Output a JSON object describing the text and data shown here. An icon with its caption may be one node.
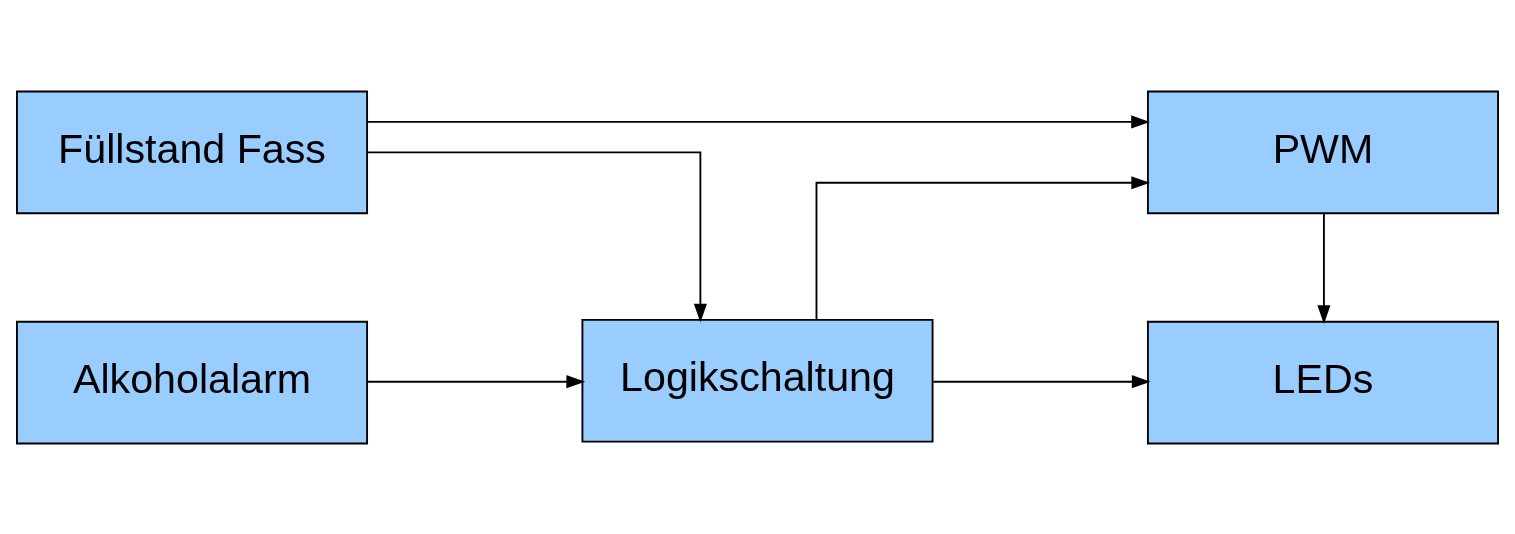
{
  "diagram": {
    "nodes": [
      {
        "text": [
          "Füllstand Fass"
        ]
      },
      {
        "text": [
          "PWM"
        ]
      },
      {
        "text": [
          "Logikschaltung"
        ]
      },
      {
        "text": [
          "Alkoholalarm"
        ]
      },
      {
        "text": [
          "LEDs"
        ]
      }
    ],
    "edges": [
      {
        "from": 0,
        "to": 1,
        "arrow": "to"
      },
      {
        "from": 0,
        "to": 2,
        "arrow": "to"
      },
      {
        "from": 3,
        "to": 2,
        "arrow": "to"
      },
      {
        "from": 2,
        "to": 1,
        "arrow": "to"
      },
      {
        "from": 2,
        "to": 4,
        "arrow": "to"
      },
      {
        "from": 1,
        "to": 4,
        "arrow": "to"
      }
    ]
  }
}
